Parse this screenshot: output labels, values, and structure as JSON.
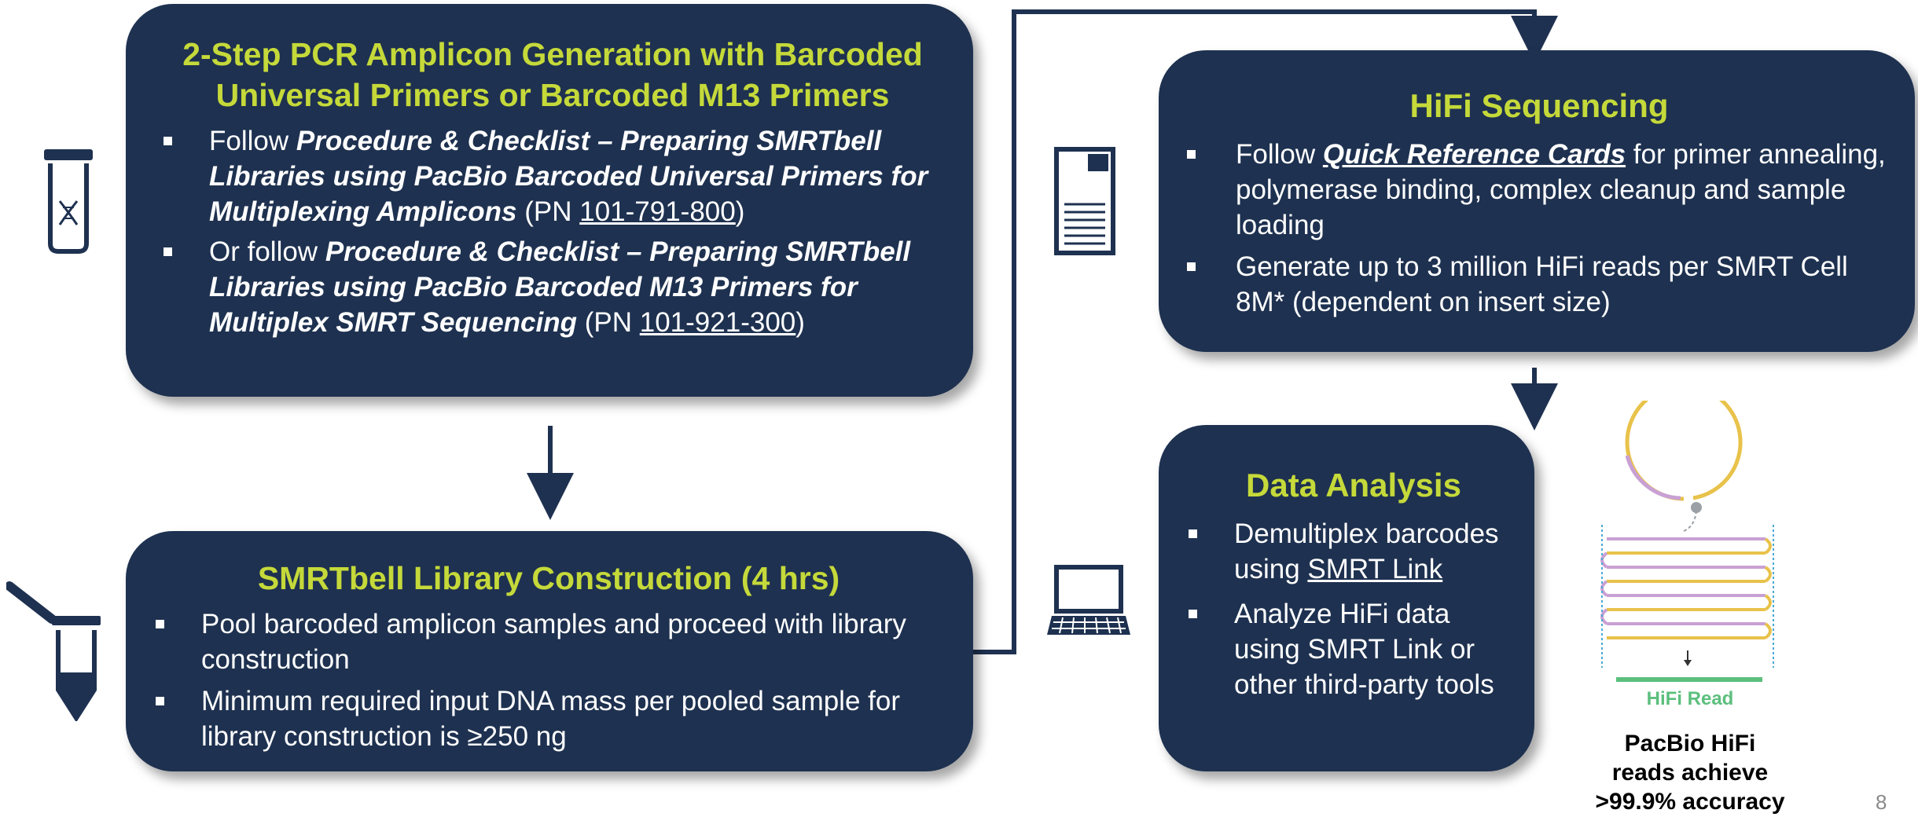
{
  "box1": {
    "title_line1": "2-Step PCR Amplicon Generation with Barcoded",
    "title_line2": "Universal Primers or Barcoded M13 Primers",
    "b1_pre": "Follow ",
    "b1_em": "Procedure & Checklist – Preparing SMRTbell Libraries using PacBio Barcoded Universal Primers for Multiplexing Amplicons",
    "b1_mid": " (PN ",
    "b1_pn": "101-791-800",
    "b1_end": ")",
    "b2_pre": "Or follow ",
    "b2_em": "Procedure & Checklist – Preparing SMRTbell Libraries using PacBio Barcoded M13 Primers for Multiplex SMRT Sequencing",
    "b2_mid": " (PN ",
    "b2_pn": "101-921-300",
    "b2_end": ")"
  },
  "box2": {
    "title": "SMRTbell Library Construction (4 hrs)",
    "b1": "Pool barcoded amplicon samples and proceed with library construction",
    "b2": "Minimum required input DNA mass per pooled sample for library construction is ≥250 ng"
  },
  "box3": {
    "title": "HiFi Sequencing",
    "b1_pre": "Follow ",
    "b1_link": "Quick Reference Cards",
    "b1_post": " for primer annealing, polymerase binding, complex cleanup and sample loading",
    "b2": "Generate up to 3 million HiFi reads per SMRT Cell 8M* (dependent on insert size)"
  },
  "box4": {
    "title": "Data Analysis",
    "b1_pre": "Demultiplex barcodes using ",
    "b1_link": "SMRT Link",
    "b2": "Analyze HiFi data using SMRT Link  or other third-party tools"
  },
  "figure": {
    "hifi_read_label": "HiFi Read",
    "caption_line1": "PacBio HiFi",
    "caption_line2": "reads achieve",
    "caption_line3": ">99.9% accuracy"
  },
  "page_number": "8",
  "colors": {
    "box_fill": "#1e3150",
    "title_accent": "#c5d93a",
    "hifi_green": "#5cbf7d",
    "arrow": "#1e3150"
  },
  "icons": [
    "dna-tube-icon",
    "pipette-tube-icon",
    "document-icon",
    "laptop-icon"
  ]
}
